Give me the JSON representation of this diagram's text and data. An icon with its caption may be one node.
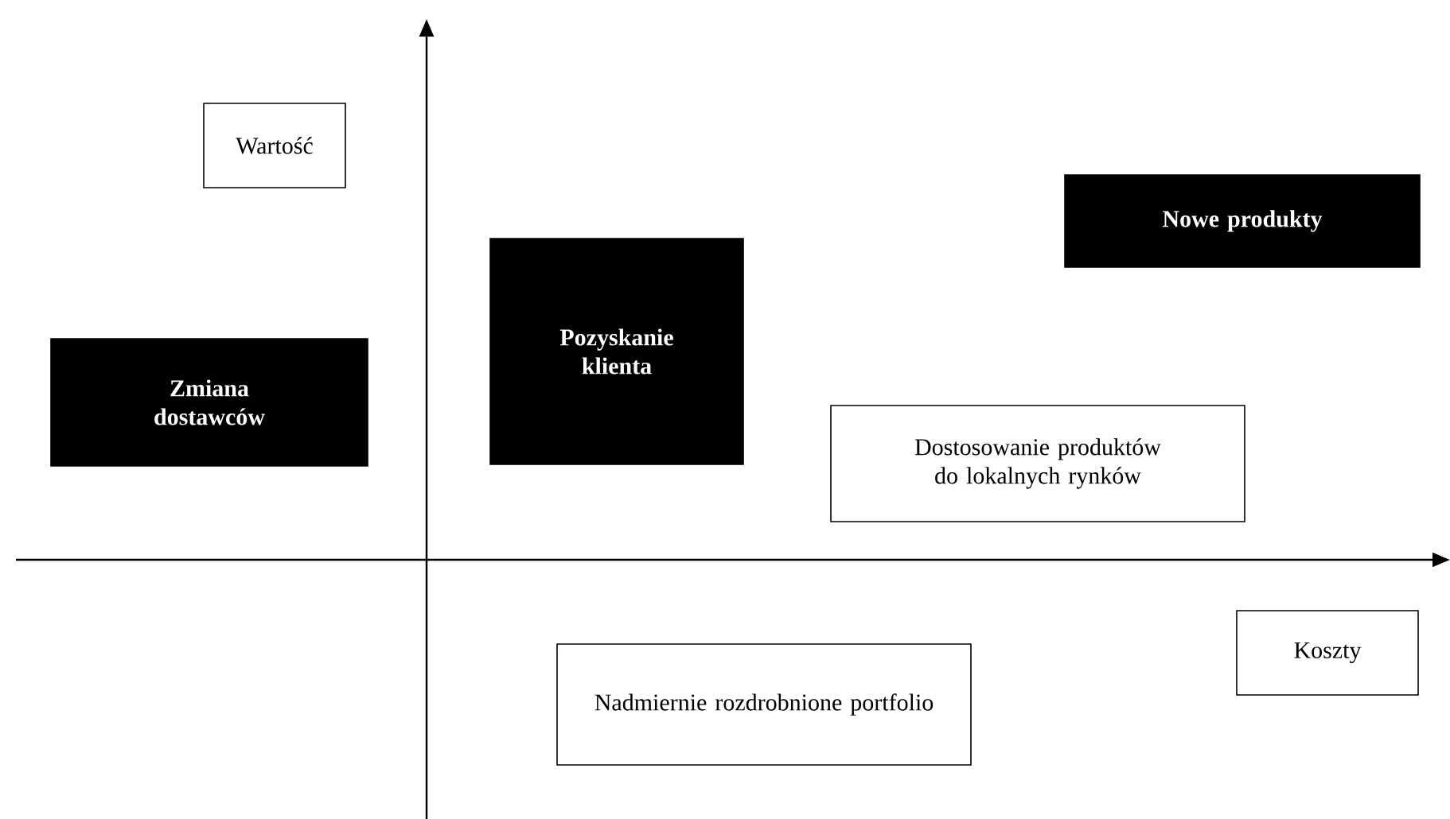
{
  "diagram": {
    "nodes": [
      {
        "text": [
          "Wartość"
        ]
      },
      {
        "text": [
          "Nowe produkty"
        ]
      },
      {
        "text": [
          "Pozyskanie klienta"
        ]
      },
      {
        "text": [
          "Zmiana dostawców"
        ]
      },
      {
        "text": [
          "Dostosowanie produktów do lokalnych rynków"
        ]
      },
      {
        "text": [
          "Koszty"
        ]
      },
      {
        "text": [
          "Nadmiernie rozdrobnione portfolio"
        ]
      }
    ]
  }
}
